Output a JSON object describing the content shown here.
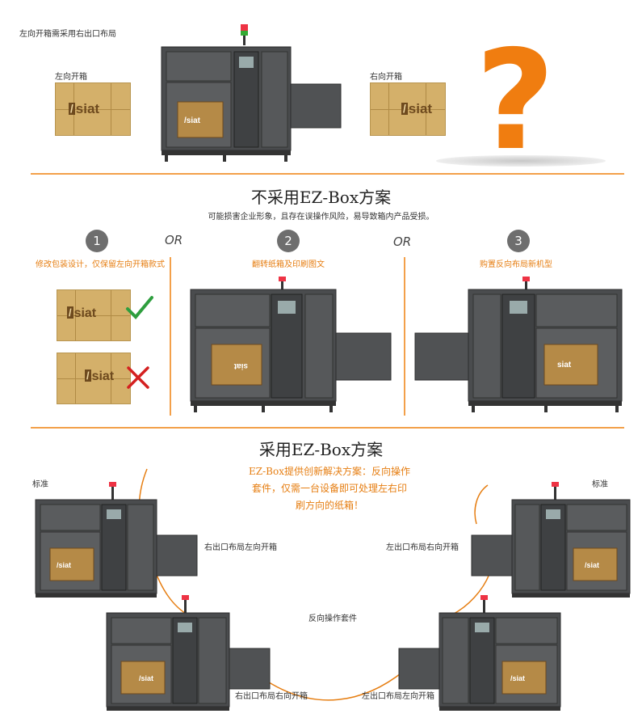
{
  "top": {
    "caption": "左向开箱需采用右出口布局",
    "left_box_label": "左向开箱",
    "right_box_label": "右向开箱",
    "question_mark": "?",
    "logo_text": "siat",
    "logo_mark": "/"
  },
  "section_no": {
    "title": "不采用EZ-Box方案",
    "subtitle": "可能损害企业形象，且存在误操作风险，易导致箱内产品受损。",
    "options": [
      {
        "number": "1",
        "label": "修改包装设计，仅保留左向开箱款式"
      },
      {
        "number": "2",
        "label": "翻转纸箱及印刷图文"
      },
      {
        "number": "3",
        "label": "购置反向布局新机型"
      }
    ],
    "or_label": "OR",
    "machine_box_text_mirrored": "siat",
    "machine_box_text": "siat"
  },
  "section_yes": {
    "title": "采用EZ-Box方案",
    "description_lines": [
      "EZ-Box提供创新解决方案：反向操作",
      "套件，仅需一台设备即可处理左右印",
      "刷方向的纸箱！"
    ],
    "standard_left": "标准",
    "standard_right": "标准",
    "labels": {
      "top_left": "右出口布局左向开箱",
      "top_right": "左出口布局右向开箱",
      "center": "反向操作套件",
      "bottom_left": "右出口布局右向开箱",
      "bottom_right": "左出口布局左向开箱"
    }
  },
  "colors": {
    "accent_orange": "#e67e12",
    "divider": "#f3a04a",
    "machine_dark": "#4a4c4e",
    "carton": "#d4b06a",
    "check_green": "#2e9e3e",
    "cross_red": "#d42020"
  }
}
